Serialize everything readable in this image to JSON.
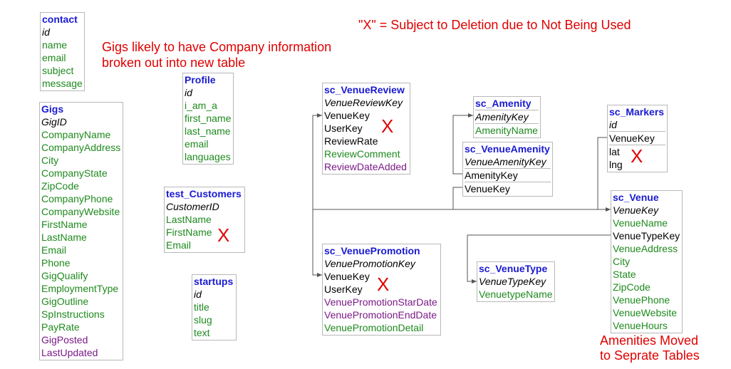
{
  "legend": "\"X\" = Subject to Deletion due to Not Being Used",
  "notes": {
    "gigs_line1": "Gigs likely to have Company information",
    "gigs_line2": "broken out into new table",
    "amenities_line1": "Amenities Moved",
    "amenities_line2": "to Seprate Tables"
  },
  "x_mark": "X",
  "colors": {
    "title": "#1a1ad2",
    "green": "#1e8a1e",
    "purple": "#7b1a87",
    "red": "#e00000"
  },
  "tables": {
    "contact": {
      "title": "contact",
      "fields": [
        "id",
        "name",
        "email",
        "subject",
        "message"
      ]
    },
    "gigs": {
      "title": "Gigs",
      "fields": [
        "GigID",
        "CompanyName",
        "CompanyAddress",
        "City",
        "CompanyState",
        "ZipCode",
        "CompanyPhone",
        "CompanyWebsite",
        "FirstName",
        "LastName",
        "Email",
        "Phone",
        "GigQualify",
        "EmploymentType",
        "GigOutline",
        "SpInstructions",
        "PayRate",
        "GigPosted",
        "LastUpdated"
      ]
    },
    "profile": {
      "title": "Profile",
      "fields": [
        "id",
        "i_am_a",
        "first_name",
        "last_name",
        "email",
        "languages"
      ]
    },
    "test_customers": {
      "title": "test_Customers",
      "fields": [
        "CustomerID",
        "LastName",
        "FirstName",
        "Email"
      ]
    },
    "startups": {
      "title": "startups",
      "fields": [
        "id",
        "title",
        "slug",
        "text"
      ]
    },
    "sc_venuereview": {
      "title": "sc_VenueReview",
      "fields": [
        "VenueReviewKey",
        "VenueKey",
        "UserKey",
        "ReviewRate",
        "ReviewComment",
        "ReviewDateAdded"
      ]
    },
    "sc_venuepromotion": {
      "title": "sc_VenuePromotion",
      "fields": [
        "VenuePromotionKey",
        "VenueKey",
        "UserKey",
        "VenuePromotionStarDate",
        "VenuePromotionEndDate",
        "VenuePromotionDetail"
      ]
    },
    "sc_amenity": {
      "title": "sc_Amenity",
      "fields": [
        "AmenityKey",
        "AmenityName"
      ]
    },
    "sc_venueamenity": {
      "title": "sc_VenueAmenity",
      "fields": [
        "VenueAmenityKey",
        "AmenityKey",
        "VenueKey"
      ]
    },
    "sc_markers": {
      "title": "sc_Markers",
      "fields": [
        "id",
        "VenueKey",
        "lat",
        "lng"
      ]
    },
    "sc_venue": {
      "title": "sc_Venue",
      "fields": [
        "VenueKey",
        "VenueName",
        "VenueTypeKey",
        "VenueAddress",
        "City",
        "State",
        "ZipCode",
        "VenuePhone",
        "VenueWebsite",
        "VenueHours"
      ]
    },
    "sc_venuetype": {
      "title": "sc_VenueType",
      "fields": [
        "VenueTypeKey",
        "VenuetypeName"
      ]
    }
  }
}
